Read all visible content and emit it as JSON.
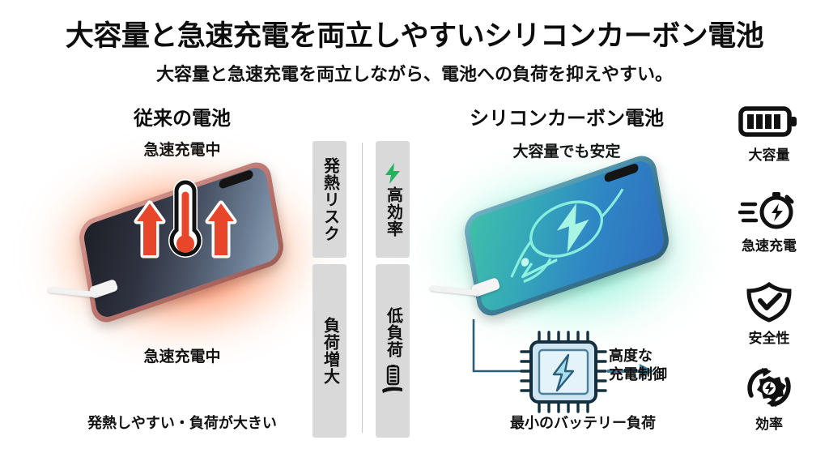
{
  "header": {
    "title": "大容量と急速充電を両立しやすいシリコンカーボン電池",
    "subtitle": "大容量と急速充電を両立しながら、電池への負荷を抑えやすい。"
  },
  "left_column": {
    "heading": "従来の電池",
    "status_top": "急速充電中",
    "status_bottom": "急速充電中",
    "note": "発熱しやすい・負荷が大きい",
    "glow_color": "#ff4628",
    "phone_frame_color": "#c98d86",
    "icon_thermometer": "thermometer-icon",
    "icon_arrows": "heat-up-arrows-icon",
    "icon_cable": "charging-cable-icon"
  },
  "center_panels": {
    "left_panels": [
      {
        "label": "発熱リスク",
        "name": "heat-risk"
      },
      {
        "label": "負荷増大",
        "name": "load-increase"
      }
    ],
    "right_panels": [
      {
        "label": "高効率",
        "name": "high-efficiency",
        "icon": "green-bolt-icon",
        "icon_color": "#22b35f"
      },
      {
        "label": "低負荷",
        "name": "low-load",
        "icon": "battery-in-hand-icon"
      }
    ]
  },
  "right_column": {
    "heading": "シリコンカーボン電池",
    "status_top": "大容量でも安定",
    "note": "最小のバッテリー負荷",
    "chip_label_line1": "高度な",
    "chip_label_line2": "充電制御",
    "glow_color": "#3ce6c8",
    "phone_frame_color": "#3f7f99",
    "icon_chip": "cpu-chip-icon",
    "icon_bolt": "charging-bolt-icon",
    "icon_cable": "charging-cable-icon"
  },
  "feature_rail": [
    {
      "label": "大容量",
      "icon": "battery-full-icon"
    },
    {
      "label": "急速充電",
      "icon": "stopwatch-bolt-icon"
    },
    {
      "label": "安全性",
      "icon": "shield-check-icon"
    },
    {
      "label": "効率",
      "icon": "gear-cycle-icon"
    }
  ]
}
